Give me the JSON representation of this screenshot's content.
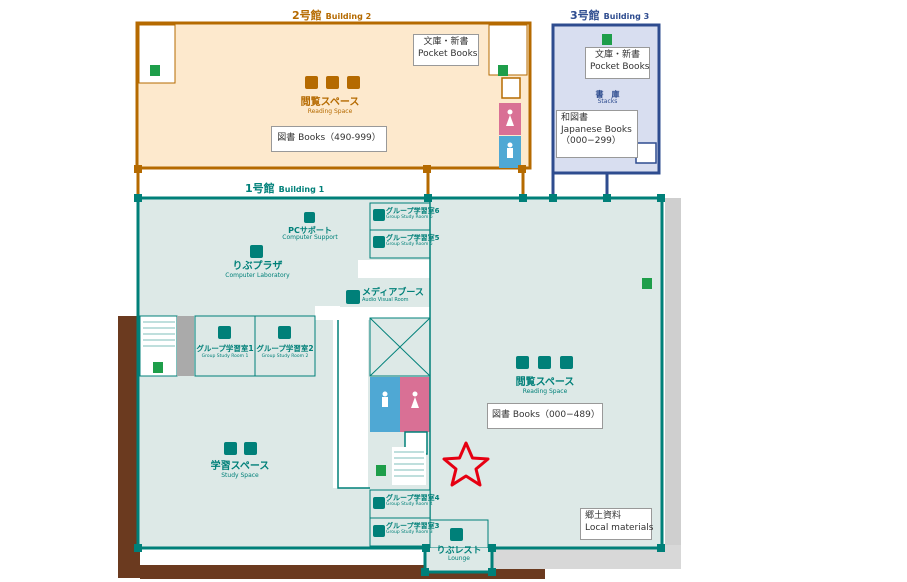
{
  "buildings": {
    "b1": {
      "name_jp": "1号館",
      "name_en": "Building 1"
    },
    "b2": {
      "name_jp": "2号館",
      "name_en": "Building 2"
    },
    "b3": {
      "name_jp": "3号館",
      "name_en": "Building 3"
    }
  },
  "rooms": {
    "b2_reading_jp": "閲覧スペース",
    "b2_reading_en": "Reading Space",
    "b2_pocket_jp": "文庫・新書",
    "b2_pocket_en": "Pocket Books",
    "b2_books": "図書 Books（490-999）",
    "b3_pocket_jp": "文庫・新書",
    "b3_pocket_en": "Pocket Books",
    "b3_stacks_jp": "書　庫",
    "b3_stacks_en": "Stacks",
    "b3_japanese_jp": "和図書",
    "b3_japanese_en": "Japanese Books",
    "b3_japanese_range": "（000−299）",
    "pc_support_jp": "PCサポート",
    "pc_support_en": "Computer Support",
    "libplaza_jp": "りぶプラザ",
    "libplaza_en": "Computer Laboratory",
    "gsr6_jp": "グループ学習室6",
    "gsr6_en": "Group Study Room 6",
    "gsr5_jp": "グループ学習室5",
    "gsr5_en": "Group Study Room 5",
    "media_jp": "メディアブース",
    "media_en": "Audio Visual Room",
    "gsr1_jp": "グループ学習室1",
    "gsr1_en": "Group Study Room 1",
    "gsr2_jp": "グループ学習室2",
    "gsr2_en": "Group Study Room 2",
    "study_jp": "学習スペース",
    "study_en": "Study Space",
    "b1_reading_jp": "閲覧スペース",
    "b1_reading_en": "Reading Space",
    "b1_books": "図書 Books（000−489）",
    "local_jp": "郷土資料",
    "local_en": "Local materials",
    "gsr4_jp": "グループ学習室4",
    "gsr4_en": "Group Study Room 4",
    "gsr3_jp": "グループ学習室3",
    "gsr3_en": "Group Study Room 3",
    "lounge_jp": "りぶレスト",
    "lounge_en": "Lounge"
  },
  "colors": {
    "b1_fill": "#dde9e7",
    "b1_wall": "#008079",
    "b2_fill": "#fde9cd",
    "b2_wall": "#b56a00",
    "b3_fill": "#d8def0",
    "b3_wall": "#2e4c8f",
    "marker": "#e60012"
  },
  "marker": {
    "icon": "star-marker-icon"
  }
}
